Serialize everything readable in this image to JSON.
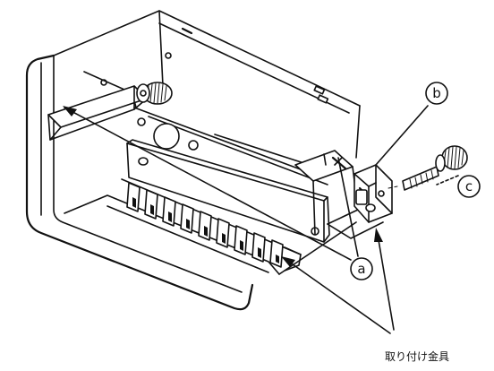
{
  "callouts": {
    "b": "b",
    "c": "c",
    "a": "a"
  },
  "caption": "取り付け金具"
}
